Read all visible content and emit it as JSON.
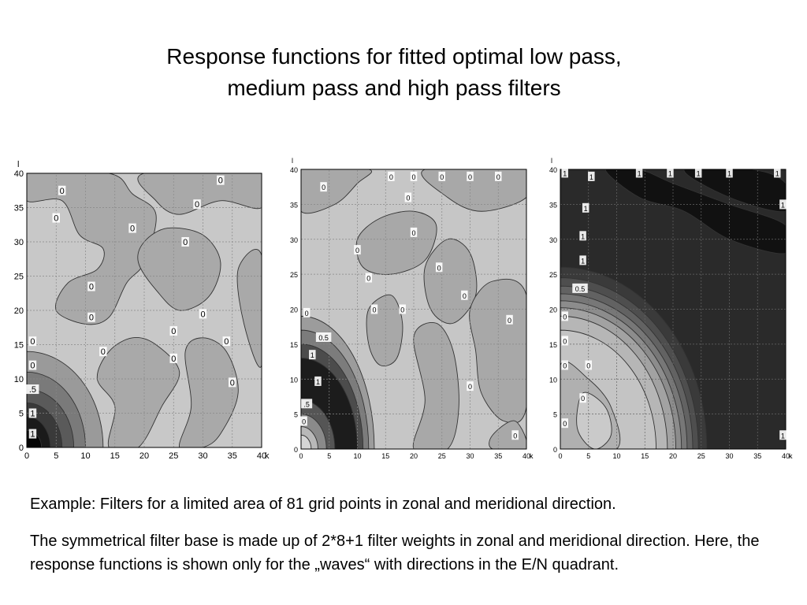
{
  "slide": {
    "title_line1": "Response functions for fitted optimal low pass,",
    "title_line2": "medium pass and high pass filters",
    "caption1": "Example: Filters for a limited area of 81 grid points in zonal and meridional direction.",
    "caption2": "The symmetrical filter base is made up of 2*8+1 filter weights in zonal and meridional direction. Here, the response functions is shown only for the „waves“ with directions in the E/N quadrant."
  },
  "chart_data": [
    {
      "type": "heatmap",
      "description_role": "low pass filter response",
      "xlabel": "k",
      "ylabel": "l",
      "xlim": [
        0,
        40
      ],
      "ylim": [
        0,
        40
      ],
      "xticks": [
        "0",
        "5",
        "10",
        "15",
        "20",
        "25",
        "30",
        "35",
        "40"
      ],
      "yticks": [
        "0",
        "5",
        "10",
        "15",
        "20",
        "25",
        "30",
        "35",
        "40"
      ],
      "grid": true,
      "contour_labels": [
        {
          "text": "0",
          "x": 6,
          "y": 37.5
        },
        {
          "text": "0",
          "x": 5,
          "y": 33.5
        },
        {
          "text": "0",
          "x": 18,
          "y": 32
        },
        {
          "text": "0",
          "x": 33,
          "y": 39
        },
        {
          "text": "0",
          "x": 29,
          "y": 35.5
        },
        {
          "text": "0",
          "x": 27,
          "y": 30
        },
        {
          "text": "0",
          "x": 11,
          "y": 23.5
        },
        {
          "text": "0",
          "x": 11,
          "y": 19
        },
        {
          "text": "0",
          "x": 13,
          "y": 14
        },
        {
          "text": "0",
          "x": 25,
          "y": 17
        },
        {
          "text": "0",
          "x": 30,
          "y": 19.5
        },
        {
          "text": "0",
          "x": 25,
          "y": 13
        },
        {
          "text": "0",
          "x": 34,
          "y": 15.5
        },
        {
          "text": "0",
          "x": 35,
          "y": 9.5
        },
        {
          "text": "0",
          "x": 1,
          "y": 15.5
        },
        {
          "text": "0",
          "x": 1,
          "y": 12
        },
        {
          "text": ".5",
          "x": 1,
          "y": 8.5
        },
        {
          "text": "1",
          "x": 1,
          "y": 5
        },
        {
          "text": "1",
          "x": 1,
          "y": 2
        }
      ]
    },
    {
      "type": "heatmap",
      "description_role": "medium pass filter response",
      "xlabel": "k",
      "ylabel": "l",
      "xlim": [
        0,
        40
      ],
      "ylim": [
        0,
        40
      ],
      "xticks": [
        "0",
        "5",
        "10",
        "15",
        "20",
        "25",
        "30",
        "35",
        "40"
      ],
      "yticks": [
        "0",
        "5",
        "10",
        "15",
        "20",
        "25",
        "30",
        "35",
        "40"
      ],
      "grid": true,
      "contour_labels": [
        {
          "text": "0",
          "x": 4,
          "y": 37.5
        },
        {
          "text": "0",
          "x": 16,
          "y": 39
        },
        {
          "text": "0",
          "x": 20,
          "y": 39
        },
        {
          "text": "0",
          "x": 25,
          "y": 39
        },
        {
          "text": "0",
          "x": 30,
          "y": 39
        },
        {
          "text": "0",
          "x": 35,
          "y": 39
        },
        {
          "text": "0",
          "x": 19,
          "y": 36
        },
        {
          "text": "0",
          "x": 20,
          "y": 31
        },
        {
          "text": "0",
          "x": 10,
          "y": 28.5
        },
        {
          "text": "0",
          "x": 12,
          "y": 24.5
        },
        {
          "text": "0",
          "x": 24.5,
          "y": 26
        },
        {
          "text": "0",
          "x": 29,
          "y": 22
        },
        {
          "text": "0",
          "x": 13,
          "y": 20
        },
        {
          "text": "0",
          "x": 18,
          "y": 20
        },
        {
          "text": "0",
          "x": 37,
          "y": 18.5
        },
        {
          "text": "0",
          "x": 30,
          "y": 9
        },
        {
          "text": "0",
          "x": 38,
          "y": 2
        },
        {
          "text": "0",
          "x": 1,
          "y": 19.5
        },
        {
          "text": "0.5",
          "x": 4,
          "y": 16
        },
        {
          "text": "1",
          "x": 2,
          "y": 13.5
        },
        {
          "text": "1",
          "x": 3,
          "y": 9.7
        },
        {
          "text": ".5",
          "x": 1,
          "y": 6.5
        },
        {
          "text": "0",
          "x": 0.5,
          "y": 4
        }
      ]
    },
    {
      "type": "heatmap",
      "description_role": "high pass filter response",
      "xlabel": "k",
      "ylabel": "l",
      "xlim": [
        0,
        40
      ],
      "ylim": [
        0,
        40
      ],
      "xticks": [
        "0",
        "5",
        "10",
        "15",
        "20",
        "25",
        "30",
        "35",
        "40"
      ],
      "yticks": [
        "0",
        "5",
        "10",
        "15",
        "20",
        "25",
        "30",
        "35",
        "40"
      ],
      "grid": true,
      "contour_labels": [
        {
          "text": "1",
          "x": 0.8,
          "y": 39.5
        },
        {
          "text": "1",
          "x": 5.5,
          "y": 39
        },
        {
          "text": "1",
          "x": 14,
          "y": 39.5
        },
        {
          "text": "1",
          "x": 19.5,
          "y": 39.5
        },
        {
          "text": "1",
          "x": 24.5,
          "y": 39.5
        },
        {
          "text": "1",
          "x": 30,
          "y": 39.5
        },
        {
          "text": "1",
          "x": 38.5,
          "y": 39.5
        },
        {
          "text": "1",
          "x": 4.5,
          "y": 34.5
        },
        {
          "text": "1",
          "x": 4,
          "y": 30.5
        },
        {
          "text": "1",
          "x": 4,
          "y": 27
        },
        {
          "text": "1",
          "x": 39.5,
          "y": 35
        },
        {
          "text": "0.5",
          "x": 3.5,
          "y": 23
        },
        {
          "text": "0",
          "x": 0.8,
          "y": 19
        },
        {
          "text": "0",
          "x": 0.8,
          "y": 15.5
        },
        {
          "text": "0",
          "x": 0.8,
          "y": 12
        },
        {
          "text": "0",
          "x": 5,
          "y": 12
        },
        {
          "text": "0",
          "x": 4,
          "y": 7.3
        },
        {
          "text": "0",
          "x": 0.8,
          "y": 3.7
        },
        {
          "text": "1",
          "x": 39.5,
          "y": 2
        }
      ]
    }
  ]
}
